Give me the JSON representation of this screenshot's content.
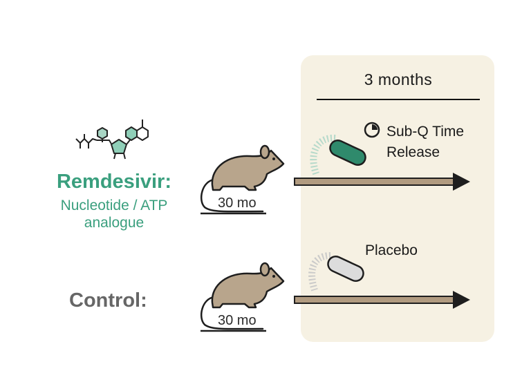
{
  "timeline": {
    "duration": "3 months"
  },
  "treatment": {
    "name": "Remdesivir:",
    "description_line1": "Nucleotide / ATP",
    "description_line2": "analogue",
    "mouse_age": "30 mo",
    "delivery_line1": "Sub-Q Time",
    "delivery_line2": "Release",
    "pill_color": "#2f8a6c"
  },
  "control": {
    "name": "Control:",
    "mouse_age": "30 mo",
    "delivery": "Placebo",
    "pill_color": "#dcdcdc"
  },
  "colors": {
    "accent_green": "#3a9f7e",
    "panel_background": "#f6f1e3",
    "mouse_body": "#b8a58c",
    "arrow_fill": "#b19b80",
    "control_text": "#666666"
  },
  "icons": [
    "molecule-structure-icon",
    "mouse-icon",
    "pill-icon",
    "clock-icon",
    "arrow-right-icon"
  ]
}
